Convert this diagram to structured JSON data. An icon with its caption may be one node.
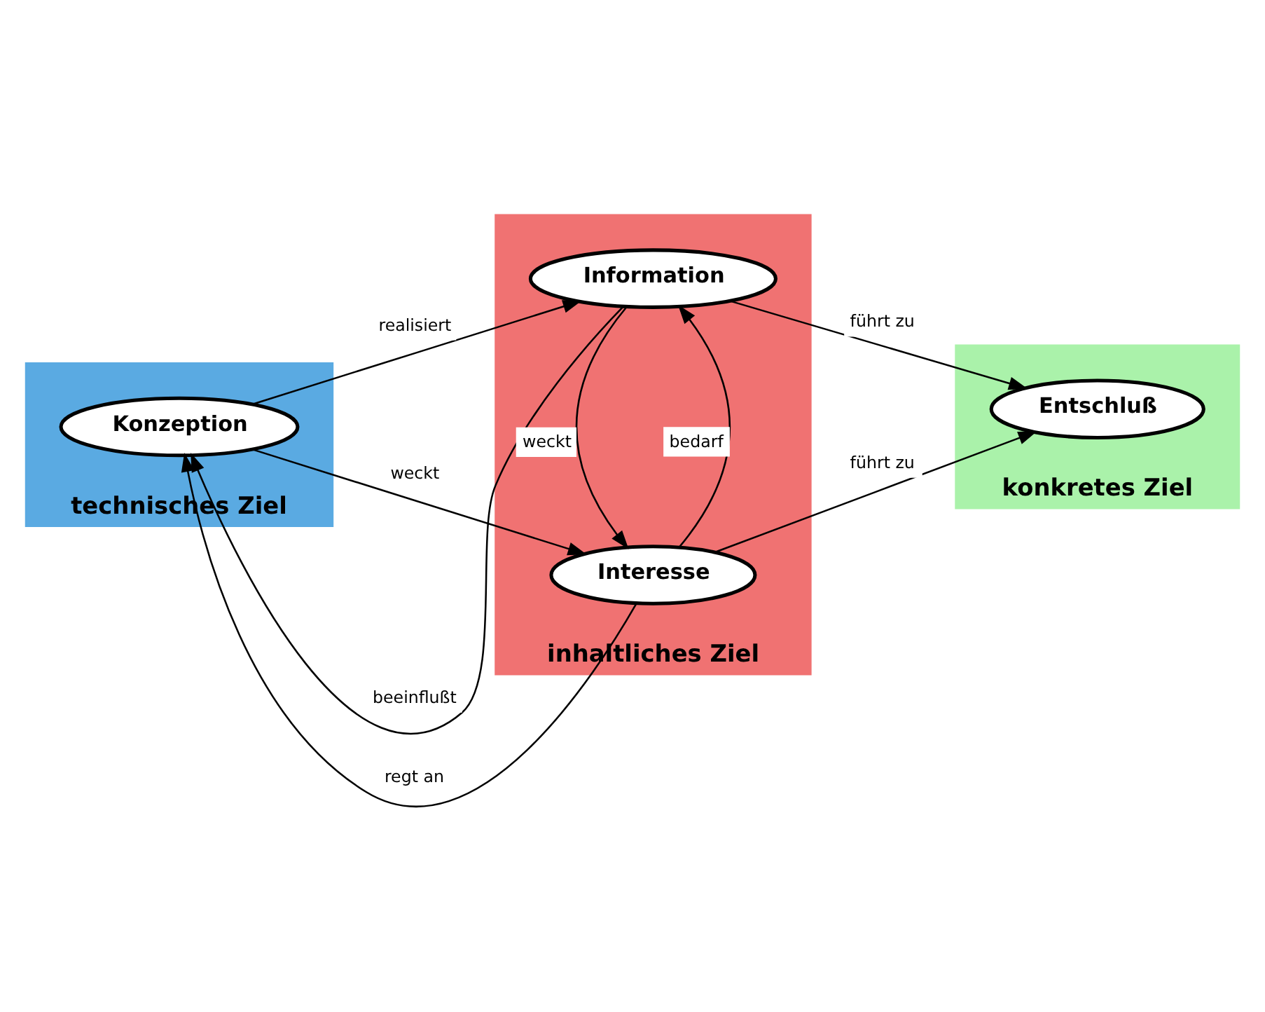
{
  "diagram": {
    "nodes": [
      {
        "text": [
          "technisches Ziel"
        ]
      },
      {
        "text": [
          "Konzeption"
        ],
        "in": 0
      },
      {
        "text": [
          "inhaltliches Ziel"
        ]
      },
      {
        "text": [
          "Information"
        ],
        "in": 2
      },
      {
        "text": [
          "Interesse"
        ],
        "in": 2
      },
      {
        "text": [
          "konkretes Ziel"
        ]
      },
      {
        "text": [
          "Entschluß"
        ],
        "in": 5
      }
    ],
    "edges": [
      {
        "from": 1,
        "to": 3,
        "arrow": "to",
        "label": "realisiert"
      },
      {
        "from": 3,
        "to": 1,
        "arrow": "to",
        "label": "beeinflußt"
      },
      {
        "from": 3,
        "to": 6,
        "arrow": "to",
        "label": "führt zu"
      },
      {
        "from": 4,
        "to": 3,
        "arrow": "to",
        "label": "bedarf"
      },
      {
        "from": 3,
        "to": 4,
        "arrow": "to",
        "label": "weckt"
      },
      {
        "from": 4,
        "to": 1,
        "arrow": "to",
        "label": "regt an"
      },
      {
        "from": 1,
        "to": 4,
        "arrow": "to",
        "label": "weckt"
      },
      {
        "from": 4,
        "to": 6,
        "arrow": "to",
        "label": "führt zu"
      }
    ]
  }
}
